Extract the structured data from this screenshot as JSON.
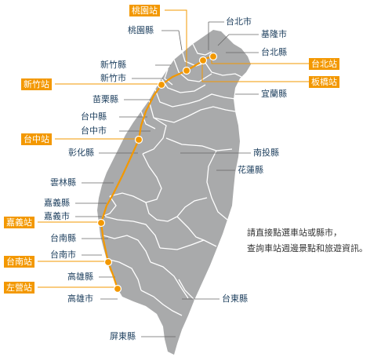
{
  "colors": {
    "island_fill": "#a9aaab",
    "county_border": "#ffffff",
    "rail_line": "#f39800",
    "station_tag_bg": "#f39800",
    "station_tag_text": "#ffffff",
    "leader_line": "#555555",
    "label_text": "#1d3f5e"
  },
  "counties_left": [
    {
      "id": "taoyuan-county",
      "label": "桃園縣"
    },
    {
      "id": "hsinchu-county",
      "label": "新竹縣"
    },
    {
      "id": "hsinchu-city",
      "label": "新竹市"
    },
    {
      "id": "miaoli-county",
      "label": "苗栗縣"
    },
    {
      "id": "taichung-county",
      "label": "台中縣"
    },
    {
      "id": "taichung-city",
      "label": "台中市"
    },
    {
      "id": "changhua-county",
      "label": "彰化縣"
    },
    {
      "id": "yunlin-county",
      "label": "雲林縣"
    },
    {
      "id": "chiayi-county",
      "label": "嘉義縣"
    },
    {
      "id": "chiayi-city",
      "label": "嘉義市"
    },
    {
      "id": "tainan-county",
      "label": "台南縣"
    },
    {
      "id": "tainan-city",
      "label": "台南市"
    },
    {
      "id": "kaohsiung-county",
      "label": "高雄縣"
    },
    {
      "id": "kaohsiung-city",
      "label": "高雄市"
    },
    {
      "id": "pingtung-county",
      "label": "屏東縣"
    }
  ],
  "counties_right": [
    {
      "id": "taipei-city",
      "label": "台北市"
    },
    {
      "id": "keelung-city",
      "label": "基隆市"
    },
    {
      "id": "taipei-county",
      "label": "台北縣"
    },
    {
      "id": "yilan-county",
      "label": "宜蘭縣"
    },
    {
      "id": "nantou-county",
      "label": "南投縣"
    },
    {
      "id": "hualien-county",
      "label": "花蓮縣"
    },
    {
      "id": "taitung-county",
      "label": "台東縣"
    }
  ],
  "stations": [
    {
      "id": "taoyuan",
      "label": "桃園站"
    },
    {
      "id": "taipei",
      "label": "台北站"
    },
    {
      "id": "banqiao",
      "label": "板橋站"
    },
    {
      "id": "hsinchu",
      "label": "新竹站"
    },
    {
      "id": "taichung",
      "label": "台中站"
    },
    {
      "id": "chiayi",
      "label": "嘉義站"
    },
    {
      "id": "tainan",
      "label": "台南站"
    },
    {
      "id": "zuoying",
      "label": "左營站"
    }
  ],
  "hint": {
    "line1": "請直接點選車站或縣市，",
    "line2": "查詢車站週邊景點和旅遊資訊。"
  }
}
